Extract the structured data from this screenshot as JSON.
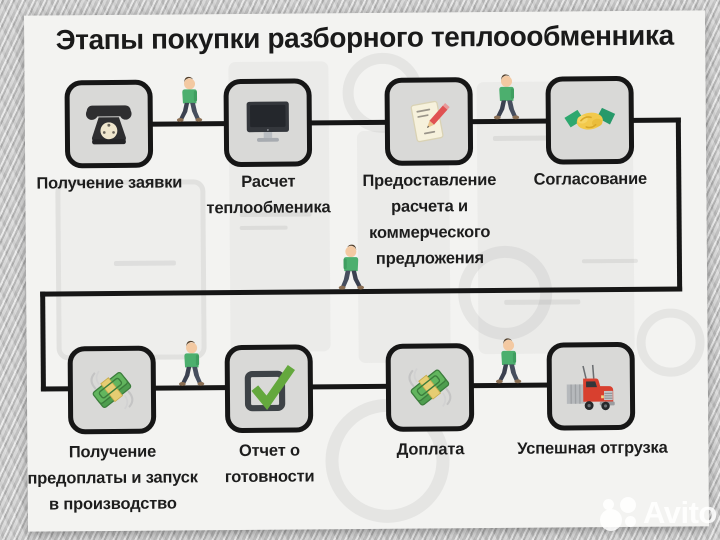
{
  "title": "Этапы покупки разборного теплоообменника",
  "steps": [
    {
      "label": "Получение заявки",
      "icon": "rotary-phone-icon"
    },
    {
      "label": "Расчет\nтеплообменика",
      "icon": "desktop-computer-icon"
    },
    {
      "label": "Предоставление\nрасчета и\nкоммерческого\nпредложения",
      "icon": "memo-pencil-icon"
    },
    {
      "label": "Согласование",
      "icon": "handshake-icon"
    },
    {
      "label": "Получение\nпредоплаты и запуск\nв производство",
      "icon": "flying-money-icon"
    },
    {
      "label": "Отчет о\nготовности",
      "icon": "checkbox-check-icon"
    },
    {
      "label": "Доплата",
      "icon": "flying-money-icon"
    },
    {
      "label": "Успешная отгрузка",
      "icon": "red-truck-icon"
    }
  ],
  "connector_walker_icon": "walking-person-icon",
  "watermark": {
    "brand": "Avito"
  },
  "colors": {
    "outline": "#161616",
    "box_fill": "#d9d9d7",
    "card_bg": "#f3f3f1",
    "metal_bg": "#c9c9c9",
    "text": "#1d1d1d",
    "watermark_text": "#ffffff",
    "money_green": "#5cb05a",
    "check_green": "#64a83d",
    "truck_red": "#d8402f",
    "handshake_yellow": "#f2c94c",
    "shirt_green": "#4caf6e"
  }
}
